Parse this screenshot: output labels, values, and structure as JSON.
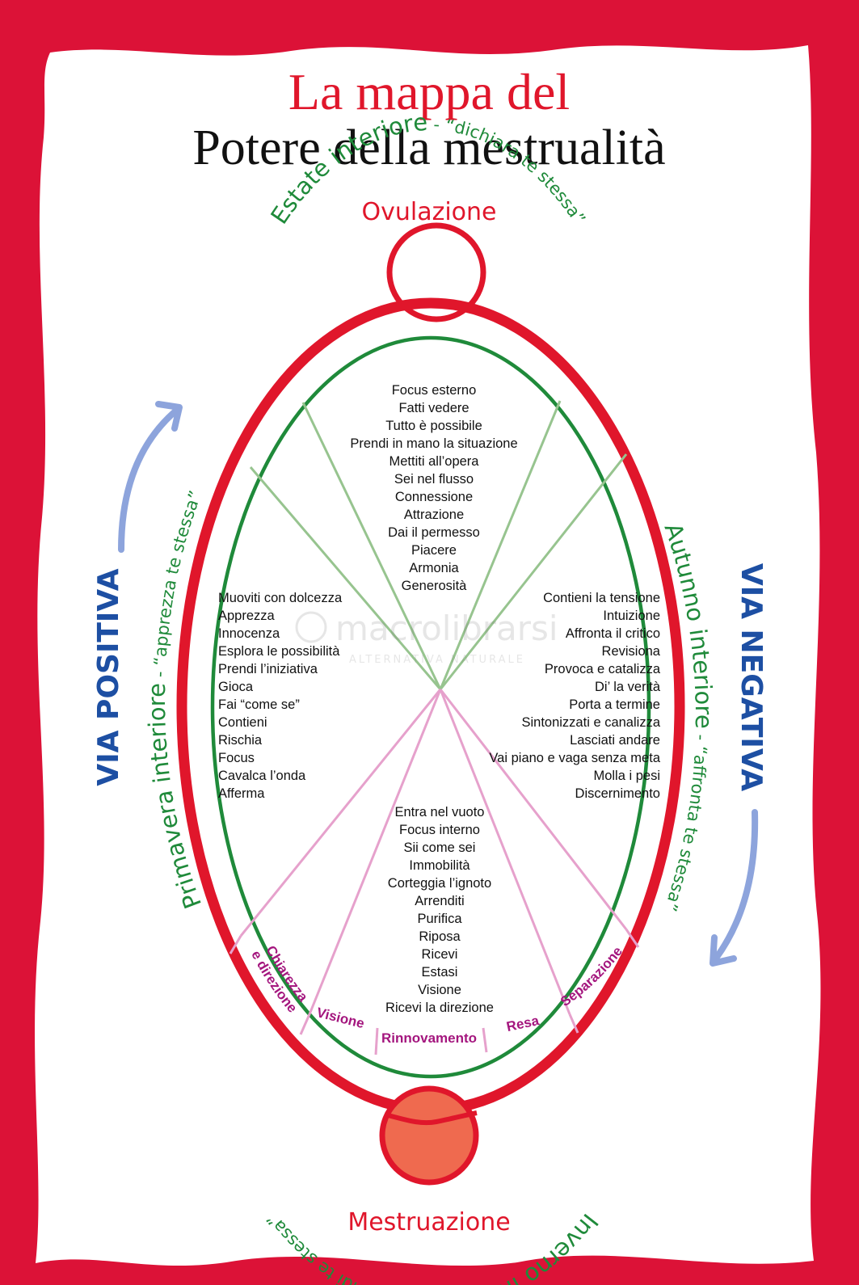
{
  "title": {
    "line1": "La mappa del",
    "line2": "Potere della mestrualità"
  },
  "labels": {
    "ovulation": "Ovulazione",
    "menstruation": "Mestruazione",
    "via_positiva": "VIA POSITIVA",
    "via_negativa": "VIA NEGATIVA"
  },
  "seasons": {
    "summer": {
      "name": "Estate interiore",
      "motto": " - “dichiara te stessa”"
    },
    "autumn": {
      "name": "Autunno interiore",
      "motto": " - “affronta te stessa”"
    },
    "winter": {
      "name": "Inverno interiore",
      "motto": " - “arrendi te stessa”"
    },
    "spring": {
      "name": "Primavera interiore",
      "motto": " - “apprezza te stessa”"
    }
  },
  "lists": {
    "summer": [
      "Focus esterno",
      "Fatti vedere",
      "Tutto è possibile",
      "Prendi in mano la situazione",
      "Mettiti all’opera",
      "Sei nel flusso",
      "Connessione",
      "Attrazione",
      "Dai il permesso",
      "Piacere",
      "Armonia",
      "Generosità"
    ],
    "spring": [
      "Muoviti con dolcezza",
      "Apprezza",
      "Innocenza",
      "Esplora le possibilità",
      "Prendi l’iniziativa",
      "Gioca",
      "Fai “come se”",
      "Contieni",
      "Rischia",
      "Focus",
      "Cavalca l’onda",
      "Afferma"
    ],
    "autumn": [
      "Contieni la tensione",
      "Intuizione",
      "Affronta il critico",
      "Revisiona",
      "Provoca e catalizza",
      "Di’ la verità",
      "Porta a termine",
      "Sintonizzati e canalizza",
      "Lasciati andare",
      "Vai piano e vaga senza meta",
      "Molla i pesi",
      "Discernimento"
    ],
    "winter": [
      "Entra nel vuoto",
      "Focus interno",
      "Sii come sei",
      "Immobilità",
      "Corteggia l’ignoto",
      "Arrenditi",
      "Purifica",
      "Riposa",
      "Ricevi",
      "Estasi",
      "Visione",
      "Ricevi la direzione"
    ]
  },
  "winter_phases": {
    "clarity_line1": "Chiarezza",
    "clarity_line2": "e direzione",
    "vision": "Visione",
    "renewal": "Rinnovamento",
    "surrender": "Resa",
    "separation": "Separazione"
  },
  "watermark": {
    "brand": "macrolibrarsi",
    "tagline": "ALTERNATIVA NATURALE"
  },
  "colors": {
    "red": "#e0162b",
    "frame": "#dc1237",
    "green": "#1f8a3a",
    "light_green": "#97c48f",
    "pink": "#e6a1cc",
    "magenta": "#a4167e",
    "blue": "#1d4fa3",
    "arrow_blue": "#8da4dc",
    "menses_fill": "#ef6a4f"
  }
}
